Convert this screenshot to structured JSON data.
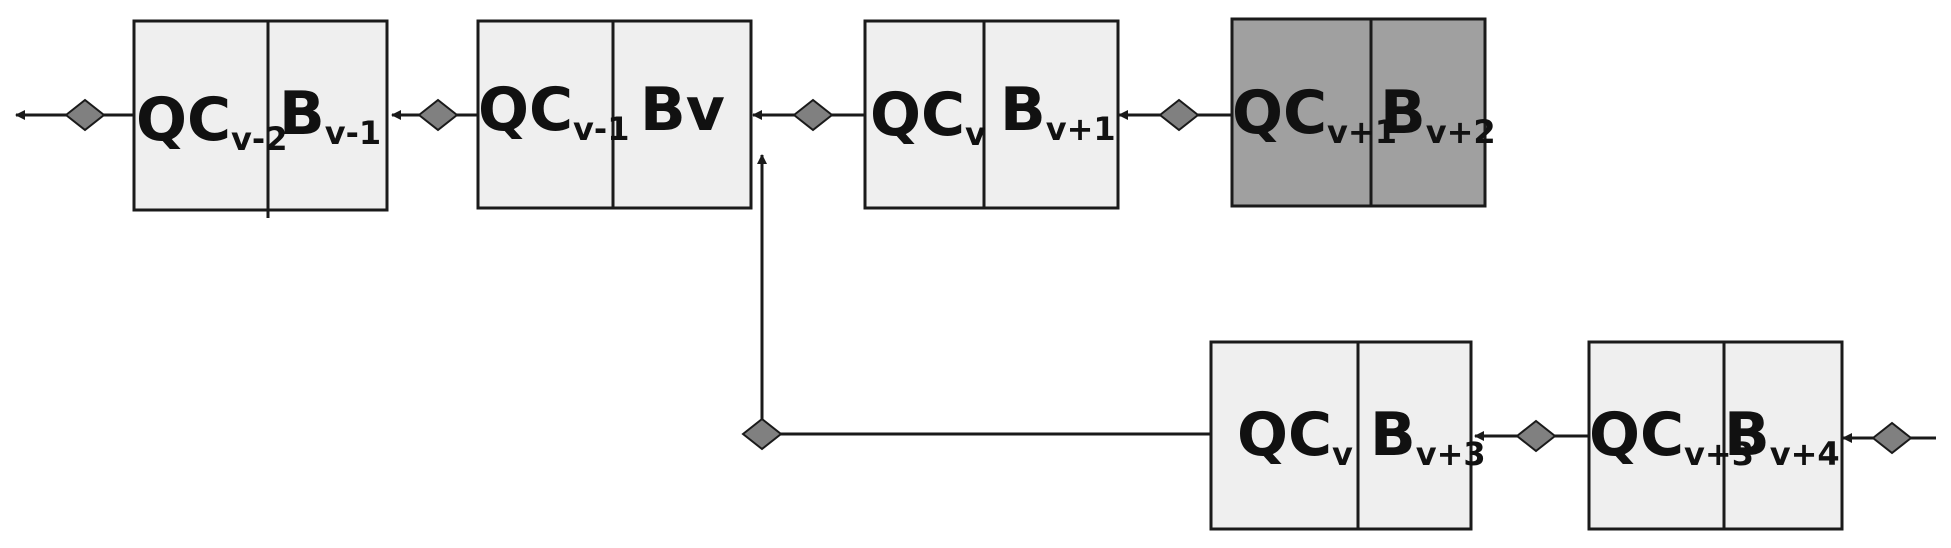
{
  "colors": {
    "block_fill": "#efefef",
    "block_fill_highlight": "#a0a0a0",
    "stroke": "#1a1a1a",
    "diamond_fill": "#808080"
  },
  "blocks": [
    {
      "id": "block-1",
      "left": {
        "main": "QC",
        "sub": "v-2"
      },
      "right": {
        "main": "B",
        "sub": "v-1"
      },
      "highlight": false
    },
    {
      "id": "block-2",
      "left": {
        "main": "QC",
        "sub": "v-1"
      },
      "right": {
        "main": "Bv",
        "sub": ""
      },
      "highlight": false
    },
    {
      "id": "block-3",
      "left": {
        "main": "QC",
        "sub": "v"
      },
      "right": {
        "main": "B",
        "sub": "v+1"
      },
      "highlight": false
    },
    {
      "id": "block-4",
      "left": {
        "main": "QC",
        "sub": "v+1"
      },
      "right": {
        "main": "B",
        "sub": "v+2"
      },
      "highlight": true
    },
    {
      "id": "block-5",
      "left": {
        "main": "QC",
        "sub": "v"
      },
      "right": {
        "main": "B",
        "sub": "v+3"
      },
      "highlight": false
    },
    {
      "id": "block-6",
      "left": {
        "main": "QC",
        "sub": "v+3"
      },
      "right": {
        "main": "B",
        "sub": "v+4"
      },
      "highlight": false
    }
  ]
}
